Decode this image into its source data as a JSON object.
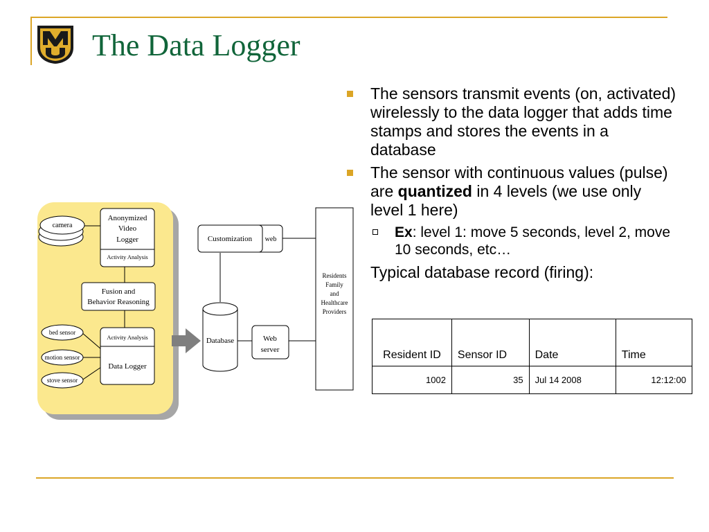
{
  "slide": {
    "title": "The Data Logger",
    "bullets": [
      {
        "text": "The sensors transmit events (on, activated) wirelessly to the data logger that adds time stamps and stores the events in a database"
      },
      {
        "pre": "The sensor with continuous values (pulse) are ",
        "bold": "quantized",
        "post": " in 4 levels (we use only level 1 here)"
      }
    ],
    "sub_bullet": {
      "bold": "Ex",
      "rest": ": level 1: move 5 seconds, level 2, move 10 seconds, etc…"
    },
    "record_caption": "Typical database record (firing):"
  },
  "table": {
    "headers": [
      "Resident ID",
      "Sensor ID",
      "Date",
      "Time"
    ],
    "rows": [
      [
        "1002",
        "35",
        "Jul 14 2008",
        "12:12:00"
      ]
    ]
  },
  "diagram": {
    "camera": "camera",
    "anonymized": [
      "Anonymized",
      "Video",
      "Logger"
    ],
    "activity_top": "Activity Analysis",
    "fusion": [
      "Fusion and",
      "Behavior Reasoning"
    ],
    "activity_bottom": "Activity Analysis",
    "data_logger": "Data Logger",
    "bed_sensor": "bed sensor",
    "motion_sensor": "motion sensor",
    "stove_sensor": "stove sensor",
    "customization": "Customization",
    "web": "web",
    "database": "Database",
    "web_server": [
      "Web",
      "server"
    ],
    "residents": [
      "Residents",
      "Family",
      "and",
      "Healthcare",
      "Providers"
    ]
  },
  "colors": {
    "accent": "#dba526",
    "title": "#11653a",
    "panel": "#fbe88e",
    "panel_shadow": "#a6a6a6"
  }
}
